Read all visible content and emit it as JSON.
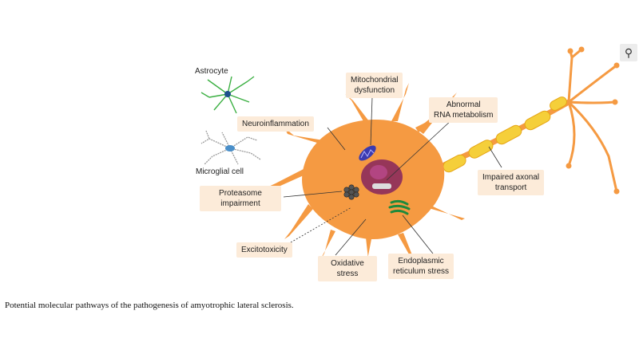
{
  "diagram": {
    "labels": {
      "astrocyte": "Astrocyte",
      "microglial": "Microglial cell",
      "neuroinflammation": "Neuroinflammation",
      "mito_line1": "Mitochondrial",
      "mito_line2": "dysfunction",
      "rna_line1": "Abnormal",
      "rna_line2": "RNA metabolism",
      "proteasome_line1": "Proteasome",
      "proteasome_line2": "impairment",
      "excitotoxicity": "Excitotoxicity",
      "oxidative_line1": "Oxidative",
      "oxidative_line2": "stress",
      "er_line1": "Endoplasmic",
      "er_line2": "reticulum stress",
      "axonal_line1": "Impaired axonal",
      "axonal_line2": "transport"
    },
    "colors": {
      "neuron": "#f59a42",
      "nucleus": "#8c2b5c",
      "myelin": "#f5cf3a",
      "label_bg": "#fcebd9",
      "astrocyte": "#3cb043",
      "microglia": "#9a9a9a",
      "er": "#1e8a3c",
      "mito": "#3b3bb0"
    }
  },
  "caption": "Potential molecular pathways of the pathogenesis of amyotrophic lateral sclerosis.",
  "corner_button_icon": "magnifier-icon"
}
